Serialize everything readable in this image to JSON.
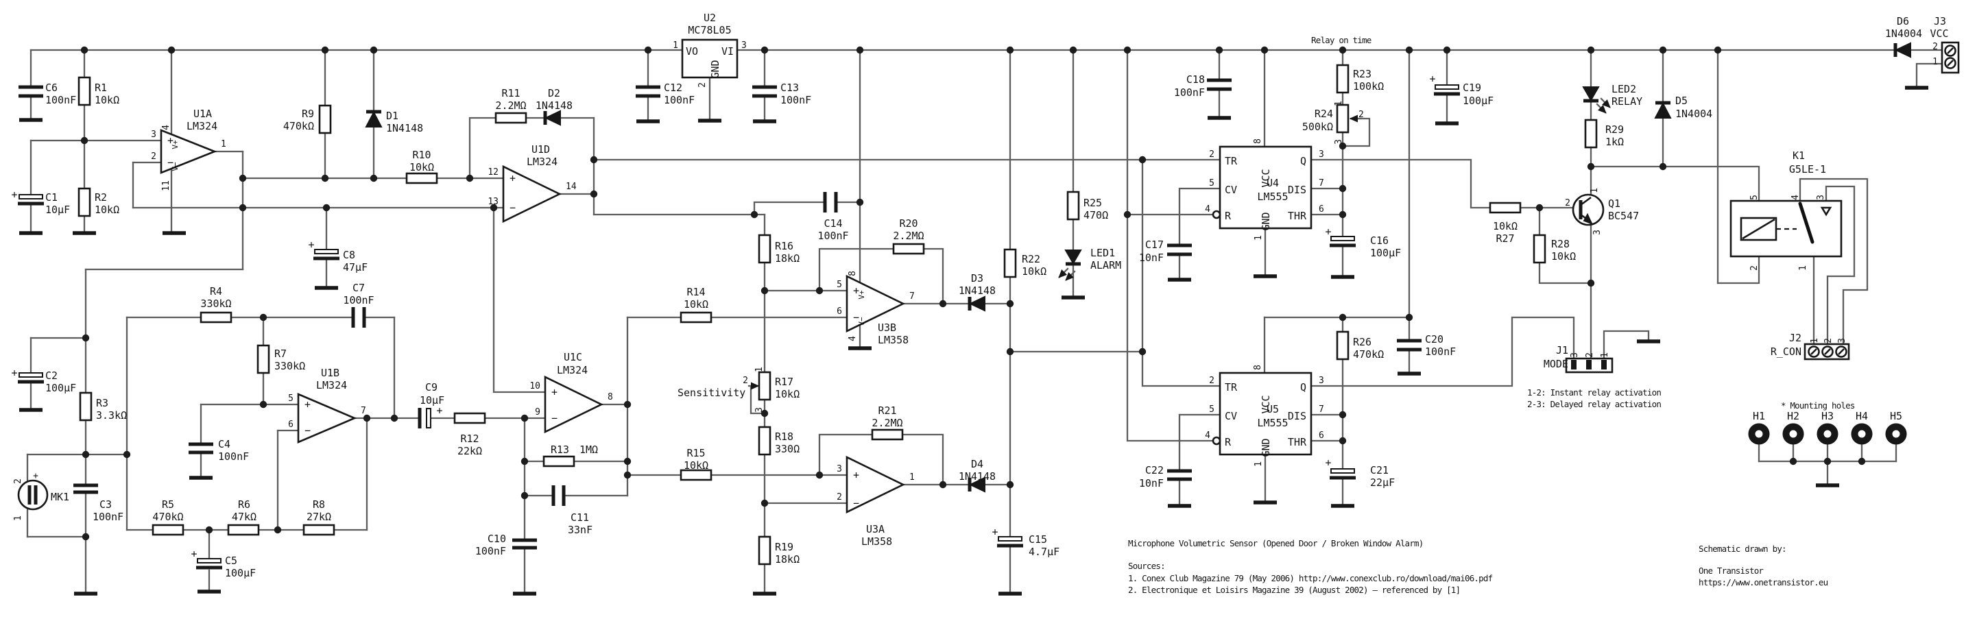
{
  "title_block": {
    "title": "Microphone Volumetric Sensor (Opened Door / Broken Window Alarm)",
    "sources_heading": "Sources:",
    "source1": "1. Conex Club Magazine 79 (May 2006) http://www.conexclub.ro/download/mai06.pdf",
    "source2": "2. Electronique et Loisirs Magazine 39 (August 2002) – referenced by [1]",
    "drawn_by": "Schematic drawn by:",
    "author": "One Transistor",
    "website": "https://www.onetransistor.eu"
  },
  "labels": {
    "relay_on_time": "Relay on time",
    "mounting_holes": "* Mounting holes",
    "mode_note1": "1-2: Instant relay activation",
    "mode_note2": "2-3: Delayed relay activation",
    "plus": "+",
    "minus": "−",
    "vplus": "V+",
    "vminus": "V−"
  },
  "components": {
    "C1": {
      "ref": "C1",
      "value": "10μF"
    },
    "C2": {
      "ref": "C2",
      "value": "100μF"
    },
    "C3": {
      "ref": "C3",
      "value": "100nF"
    },
    "C4": {
      "ref": "C4",
      "value": "100nF"
    },
    "C5": {
      "ref": "C5",
      "value": "100μF"
    },
    "C6": {
      "ref": "C6",
      "value": "100nF"
    },
    "C7": {
      "ref": "C7",
      "value": "100nF"
    },
    "C8": {
      "ref": "C8",
      "value": "47μF"
    },
    "C9": {
      "ref": "C9",
      "value": "10μF"
    },
    "C10": {
      "ref": "C10",
      "value": "100nF"
    },
    "C11": {
      "ref": "C11",
      "value": "33nF"
    },
    "C12": {
      "ref": "C12",
      "value": "100nF"
    },
    "C13": {
      "ref": "C13",
      "value": "100nF"
    },
    "C14": {
      "ref": "C14",
      "value": "100nF"
    },
    "C15": {
      "ref": "C15",
      "value": "4.7μF"
    },
    "C16": {
      "ref": "C16",
      "value": "100μF"
    },
    "C17": {
      "ref": "C17",
      "value": "10nF"
    },
    "C18": {
      "ref": "C18",
      "value": "100nF"
    },
    "C19": {
      "ref": "C19",
      "value": "100μF"
    },
    "C20": {
      "ref": "C20",
      "value": "100nF"
    },
    "C21": {
      "ref": "C21",
      "value": "22μF"
    },
    "C22": {
      "ref": "C22",
      "value": "10nF"
    },
    "R1": {
      "ref": "R1",
      "value": "10kΩ"
    },
    "R2": {
      "ref": "R2",
      "value": "10kΩ"
    },
    "R3": {
      "ref": "R3",
      "value": "3.3kΩ"
    },
    "R4": {
      "ref": "R4",
      "value": "330kΩ"
    },
    "R5": {
      "ref": "R5",
      "value": "470kΩ"
    },
    "R6": {
      "ref": "R6",
      "value": "47kΩ"
    },
    "R7": {
      "ref": "R7",
      "value": "330kΩ"
    },
    "R8": {
      "ref": "R8",
      "value": "27kΩ"
    },
    "R9": {
      "ref": "R9",
      "value": "470kΩ"
    },
    "R10": {
      "ref": "R10",
      "value": "10kΩ"
    },
    "R11": {
      "ref": "R11",
      "value": "2.2MΩ"
    },
    "R12": {
      "ref": "R12",
      "value": "22kΩ"
    },
    "R13": {
      "ref": "R13",
      "value": "1MΩ"
    },
    "R14": {
      "ref": "R14",
      "value": "10kΩ"
    },
    "R15": {
      "ref": "R15",
      "value": "10kΩ"
    },
    "R16": {
      "ref": "R16",
      "value": "18kΩ"
    },
    "R17": {
      "ref": "R17",
      "value": "10kΩ",
      "note": "Sensitivity",
      "pins": [
        "1",
        "2",
        "3"
      ]
    },
    "R18": {
      "ref": "R18",
      "value": "330Ω"
    },
    "R19": {
      "ref": "R19",
      "value": "18kΩ"
    },
    "R20": {
      "ref": "R20",
      "value": "2.2MΩ"
    },
    "R21": {
      "ref": "R21",
      "value": "2.2MΩ"
    },
    "R22": {
      "ref": "R22",
      "value": "10kΩ"
    },
    "R23": {
      "ref": "R23",
      "value": "100kΩ"
    },
    "R24": {
      "ref": "R24",
      "value": "500kΩ",
      "pins": [
        "1",
        "2",
        "3"
      ]
    },
    "R25": {
      "ref": "R25",
      "value": "470Ω"
    },
    "R26": {
      "ref": "R26",
      "value": "470kΩ"
    },
    "R27": {
      "ref": "R27",
      "value": "10kΩ"
    },
    "R28": {
      "ref": "R28",
      "value": "10kΩ"
    },
    "R29": {
      "ref": "R29",
      "value": "1kΩ"
    },
    "D1": {
      "ref": "D1",
      "value": "1N4148"
    },
    "D2": {
      "ref": "D2",
      "value": "1N4148"
    },
    "D3": {
      "ref": "D3",
      "value": "1N4148"
    },
    "D4": {
      "ref": "D4",
      "value": "1N4148"
    },
    "D5": {
      "ref": "D5",
      "value": "1N4004"
    },
    "D6": {
      "ref": "D6",
      "value": "1N4004"
    },
    "LED1": {
      "ref": "LED1",
      "value": "ALARM"
    },
    "LED2": {
      "ref": "LED2",
      "value": "RELAY"
    },
    "MK1": {
      "ref": "MK1",
      "pins": [
        "2",
        "1"
      ]
    },
    "U1A": {
      "ref": "U1A",
      "value": "LM324",
      "pins": {
        "p": "3",
        "n": "2",
        "o": "1",
        "vp": "4",
        "vn": "11"
      }
    },
    "U1B": {
      "ref": "U1B",
      "value": "LM324",
      "pins": {
        "p": "5",
        "n": "6",
        "o": "7"
      }
    },
    "U1C": {
      "ref": "U1C",
      "value": "LM324",
      "pins": {
        "p": "10",
        "n": "9",
        "o": "8"
      }
    },
    "U1D": {
      "ref": "U1D",
      "value": "LM324",
      "pins": {
        "p": "12",
        "n": "13",
        "o": "14"
      }
    },
    "U2": {
      "ref": "U2",
      "value": "MC78L05",
      "pins": {
        "vo": "VO",
        "vi": "VI",
        "gnd": "GND",
        "n1": "1",
        "n2": "2",
        "n3": "3"
      }
    },
    "U3A": {
      "ref": "U3A",
      "value": "LM358",
      "pins": {
        "p": "3",
        "n": "2",
        "o": "1"
      }
    },
    "U3B": {
      "ref": "U3B",
      "value": "LM358",
      "pins": {
        "p": "5",
        "n": "6",
        "o": "7",
        "vp": "8",
        "vn": "4"
      }
    },
    "U4": {
      "ref": "U4",
      "value": "LM555",
      "pins": {
        "tr": "TR",
        "cv": "CV",
        "r": "R",
        "q": "Q",
        "dis": "DIS",
        "thr": "THR",
        "vcc": "VCC",
        "gnd": "GND"
      },
      "nums": {
        "tr": "2",
        "cv": "5",
        "r": "4",
        "q": "3",
        "dis": "7",
        "thr": "6",
        "vcc": "8",
        "gnd": "1"
      }
    },
    "U5": {
      "ref": "U5",
      "value": "LM555",
      "pins": {
        "tr": "TR",
        "cv": "CV",
        "r": "R",
        "q": "Q",
        "dis": "DIS",
        "thr": "THR",
        "vcc": "VCC",
        "gnd": "GND"
      },
      "nums": {
        "tr": "2",
        "cv": "5",
        "r": "4",
        "q": "3",
        "dis": "7",
        "thr": "6",
        "vcc": "8",
        "gnd": "1"
      }
    },
    "Q1": {
      "ref": "Q1",
      "value": "BC547",
      "pins": [
        "1",
        "2",
        "3"
      ]
    },
    "K1": {
      "ref": "K1",
      "value": "G5LE-1",
      "pins": [
        "5",
        "4",
        "3",
        "2",
        "1"
      ]
    },
    "J1": {
      "ref": "J1",
      "value": "MODE",
      "pins": [
        "3",
        "2",
        "1"
      ]
    },
    "J2": {
      "ref": "J2",
      "value": "R_CON",
      "pins": [
        "1",
        "2",
        "3"
      ]
    },
    "J3": {
      "ref": "J3",
      "value": "VCC",
      "pins": [
        "2",
        "1"
      ]
    },
    "H1": {
      "ref": "H1"
    },
    "H2": {
      "ref": "H2"
    },
    "H3": {
      "ref": "H3"
    },
    "H4": {
      "ref": "H4"
    },
    "H5": {
      "ref": "H5"
    }
  }
}
